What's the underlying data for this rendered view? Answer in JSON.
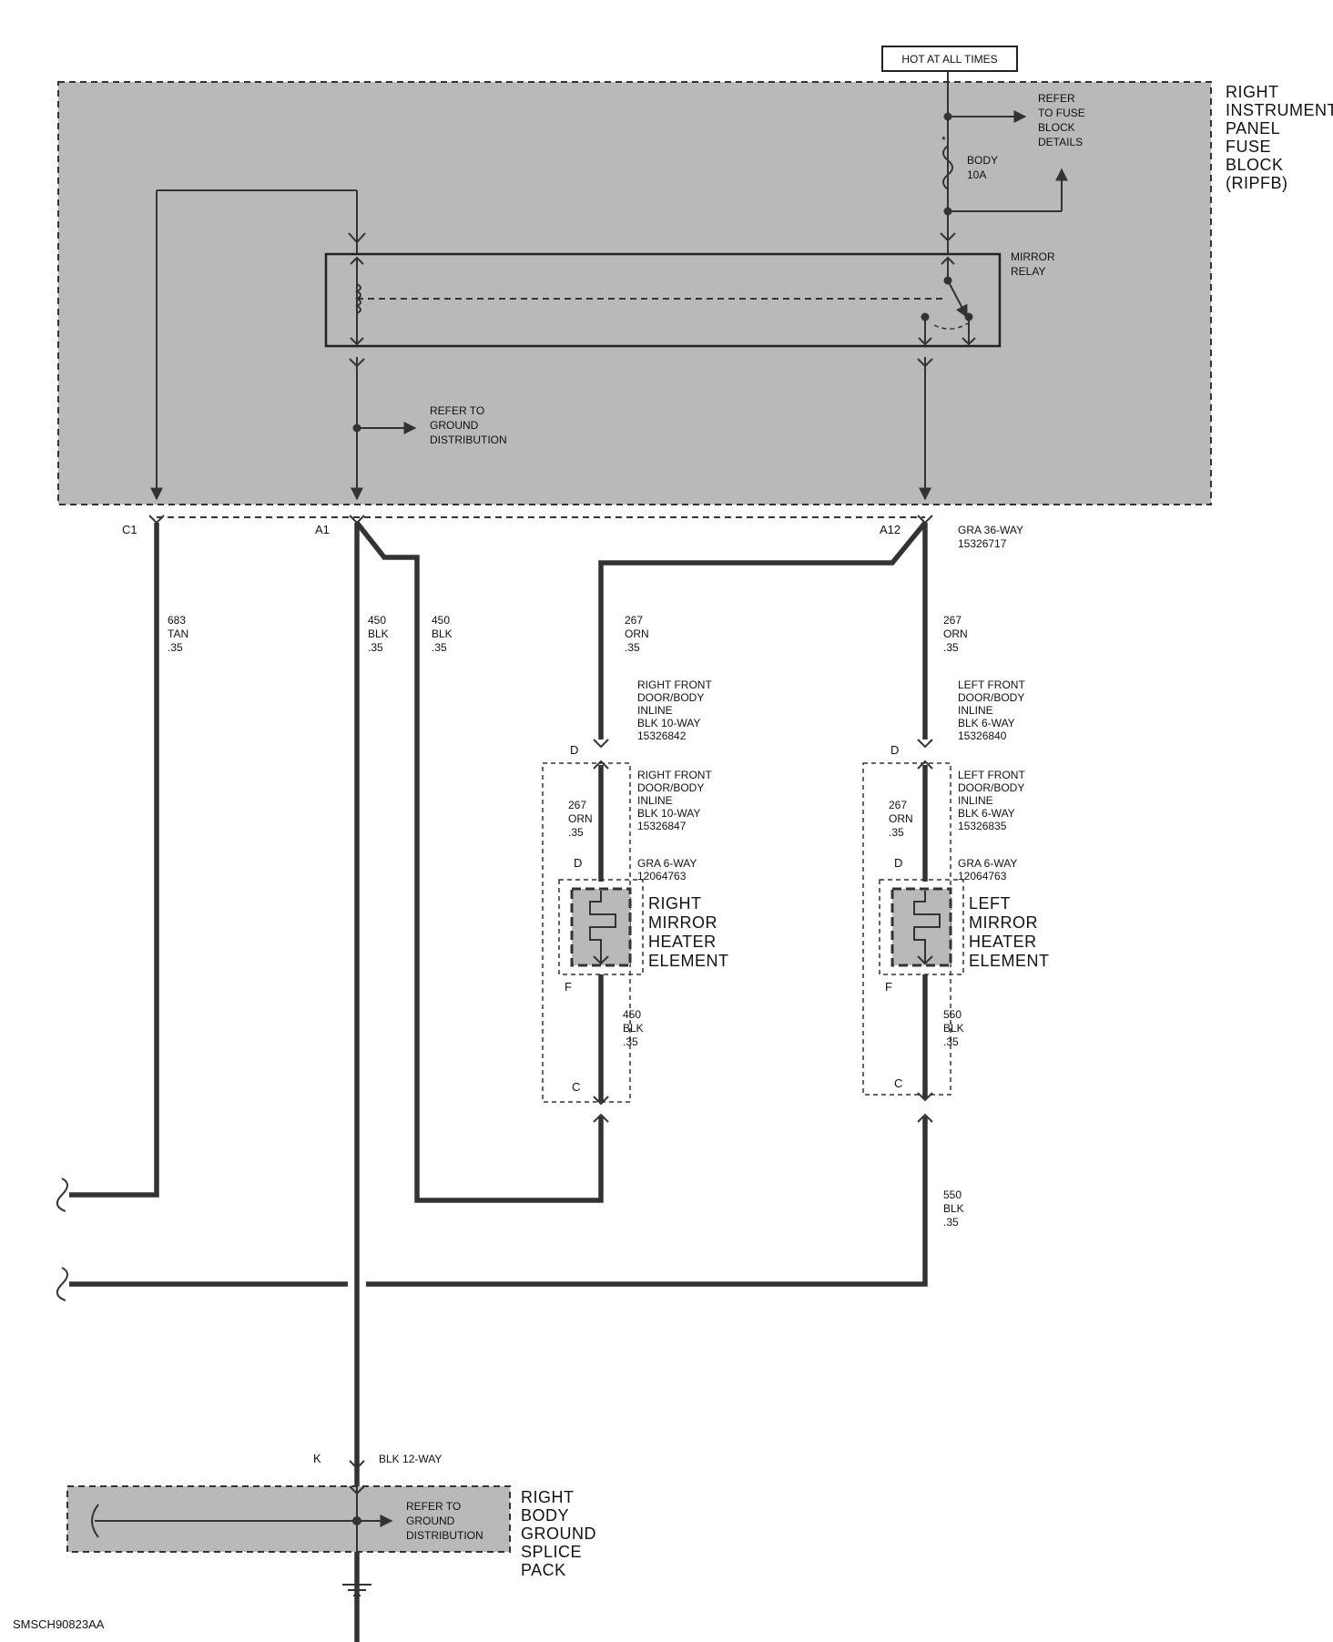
{
  "hot_label": "HOT AT ALL TIMES",
  "fuse_block": {
    "title_lines": [
      "RIGHT",
      "INSTRUMENT",
      "PANEL",
      "FUSE",
      "BLOCK",
      "(RIPFB)"
    ],
    "refer_fuse_lines": [
      "REFER",
      "TO FUSE",
      "BLOCK",
      "DETAILS"
    ],
    "fuse_lines": [
      "BODY",
      "10A"
    ],
    "relay_lines": [
      "MIRROR",
      "RELAY"
    ],
    "refer_ground_lines": [
      "REFER TO",
      "GROUND",
      "DISTRIBUTION"
    ]
  },
  "connector_main": {
    "pins": [
      "C1",
      "A1",
      "A12"
    ],
    "desc_lines": [
      "GRA 36-WAY",
      "15326717"
    ]
  },
  "wires": {
    "w683": [
      "683",
      "TAN",
      ".35"
    ],
    "w450a": [
      "450",
      "BLK",
      ".35"
    ],
    "w450b": [
      "450",
      "BLK",
      ".35"
    ],
    "w267_right": [
      "267",
      "ORN",
      ".35"
    ],
    "w267_left": [
      "267",
      "ORN",
      ".35"
    ],
    "w267_right_inner": [
      "267",
      "ORN",
      ".35"
    ],
    "w267_left_inner": [
      "267",
      "ORN",
      ".35"
    ],
    "w450_right_low": [
      "450",
      "BLK",
      ".35"
    ],
    "w550_left_low": [
      "550",
      "BLK",
      ".35"
    ],
    "w550_bottom": [
      "550",
      "BLK",
      ".35"
    ]
  },
  "right_side": {
    "inline_top": [
      "RIGHT FRONT",
      "DOOR/BODY",
      "INLINE",
      "BLK 10-WAY",
      "15326842"
    ],
    "inline_bottom": [
      "RIGHT FRONT",
      "DOOR/BODY",
      "INLINE",
      "BLK 10-WAY",
      "15326847"
    ],
    "conn": [
      "GRA 6-WAY",
      "12064763"
    ],
    "element": [
      "RIGHT",
      "MIRROR",
      "HEATER",
      "ELEMENT"
    ],
    "pin_d1": "D",
    "pin_d2": "D",
    "pin_f": "F",
    "pin_c": "C"
  },
  "left_side": {
    "inline_top": [
      "LEFT FRONT",
      "DOOR/BODY",
      "INLINE",
      "BLK 6-WAY",
      "15326840"
    ],
    "inline_bottom": [
      "LEFT FRONT",
      "DOOR/BODY",
      "INLINE",
      "BLK 6-WAY",
      "15326835"
    ],
    "conn": [
      "GRA 6-WAY",
      "12064763"
    ],
    "element": [
      "LEFT",
      "MIRROR",
      "HEATER",
      "ELEMENT"
    ],
    "pin_d1": "D",
    "pin_d2": "D",
    "pin_f": "F",
    "pin_c": "C"
  },
  "ground": {
    "pin": "K",
    "conn": "BLK 12-WAY",
    "refer_lines": [
      "REFER TO",
      "GROUND",
      "DISTRIBUTION"
    ],
    "title_lines": [
      "RIGHT",
      "BODY",
      "GROUND",
      "SPLICE",
      "PACK"
    ]
  },
  "doc_code": "SMSCH90823AA"
}
